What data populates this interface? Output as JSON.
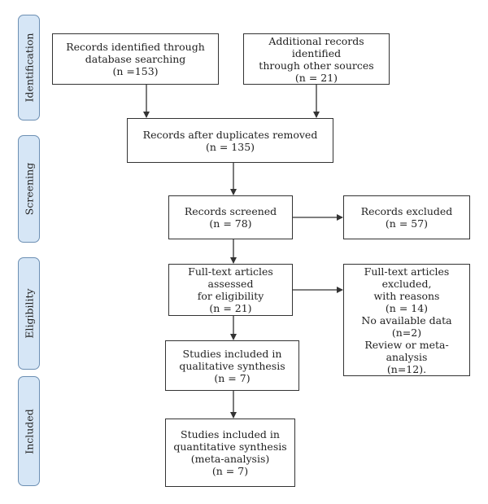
{
  "stages": {
    "identification": "Identification",
    "screening": "Screening",
    "eligibility": "Eligibility",
    "included": "Included"
  },
  "boxes": {
    "database_search": {
      "lines": [
        "Records identified through",
        "database searching",
        "(n =153)"
      ]
    },
    "other_sources": {
      "lines": [
        "Additional records identified",
        "through other sources",
        "(n = 21)"
      ]
    },
    "duplicates_removed": {
      "lines": [
        "Records after duplicates removed",
        "(n = 135)"
      ]
    },
    "records_screened": {
      "lines": [
        "Records screened",
        "(n = 78)"
      ]
    },
    "records_excluded": {
      "lines": [
        "Records excluded",
        "(n = 57)"
      ]
    },
    "fulltext_assessed": {
      "lines": [
        "Full-text articles assessed",
        "for eligibility",
        "(n = 21)"
      ]
    },
    "fulltext_excluded": {
      "lines": [
        "Full-text articles excluded,",
        "with reasons",
        "(n = 14)",
        "No available data (n=2)",
        "Review or meta-analysis",
        "(n=12)."
      ]
    },
    "qualitative": {
      "lines": [
        "Studies included in",
        "qualitative synthesis",
        "(n = 7)"
      ]
    },
    "quantitative": {
      "lines": [
        "Studies included in",
        "quantitative synthesis",
        "(meta-analysis)",
        "(n = 7)"
      ]
    }
  },
  "colors": {
    "stage_fill": "#d6e6f6",
    "stage_border": "#6c8fb3",
    "box_border": "#333333",
    "arrow": "#333333"
  }
}
